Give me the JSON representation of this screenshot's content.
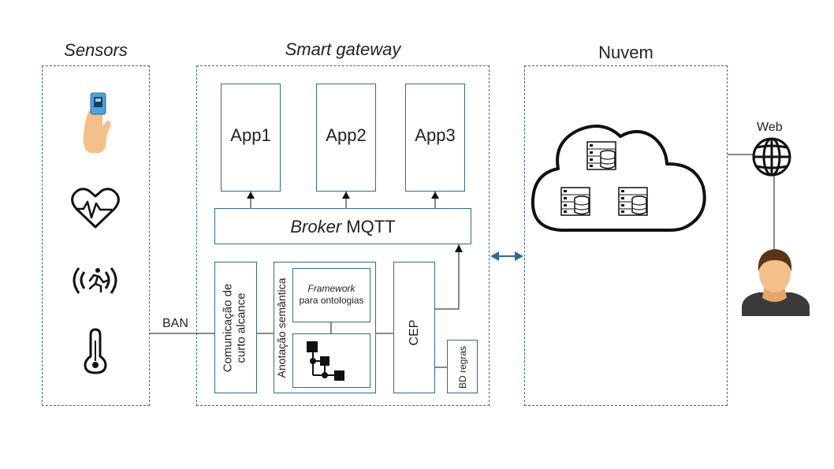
{
  "sensors": {
    "title": "Sensors",
    "items": [
      {
        "icon": "pulse-oximeter-finger-icon"
      },
      {
        "icon": "heart-rate-icon"
      },
      {
        "icon": "motion-sensor-icon"
      },
      {
        "icon": "thermometer-icon"
      }
    ]
  },
  "ban_label": "BAN",
  "gateway": {
    "title": "Smart gateway",
    "apps": [
      "App1",
      "App2",
      "App3"
    ],
    "broker": {
      "italic": "Broker",
      "rest": " MQTT"
    },
    "comm": {
      "line1": "Comunicação de",
      "line2": "curto alcance"
    },
    "annotation": "Anotação semântica",
    "framework": {
      "italic": "Framework",
      "rest": "para ontologias"
    },
    "cep": "CEP",
    "bd_regras": "BD regras"
  },
  "cloud": {
    "title": "Nuvem",
    "web_label": "Web"
  },
  "colors": {
    "border": "#2f6a9a",
    "arrow_blue": "#2f6a9a",
    "skin": "#f4c089"
  }
}
